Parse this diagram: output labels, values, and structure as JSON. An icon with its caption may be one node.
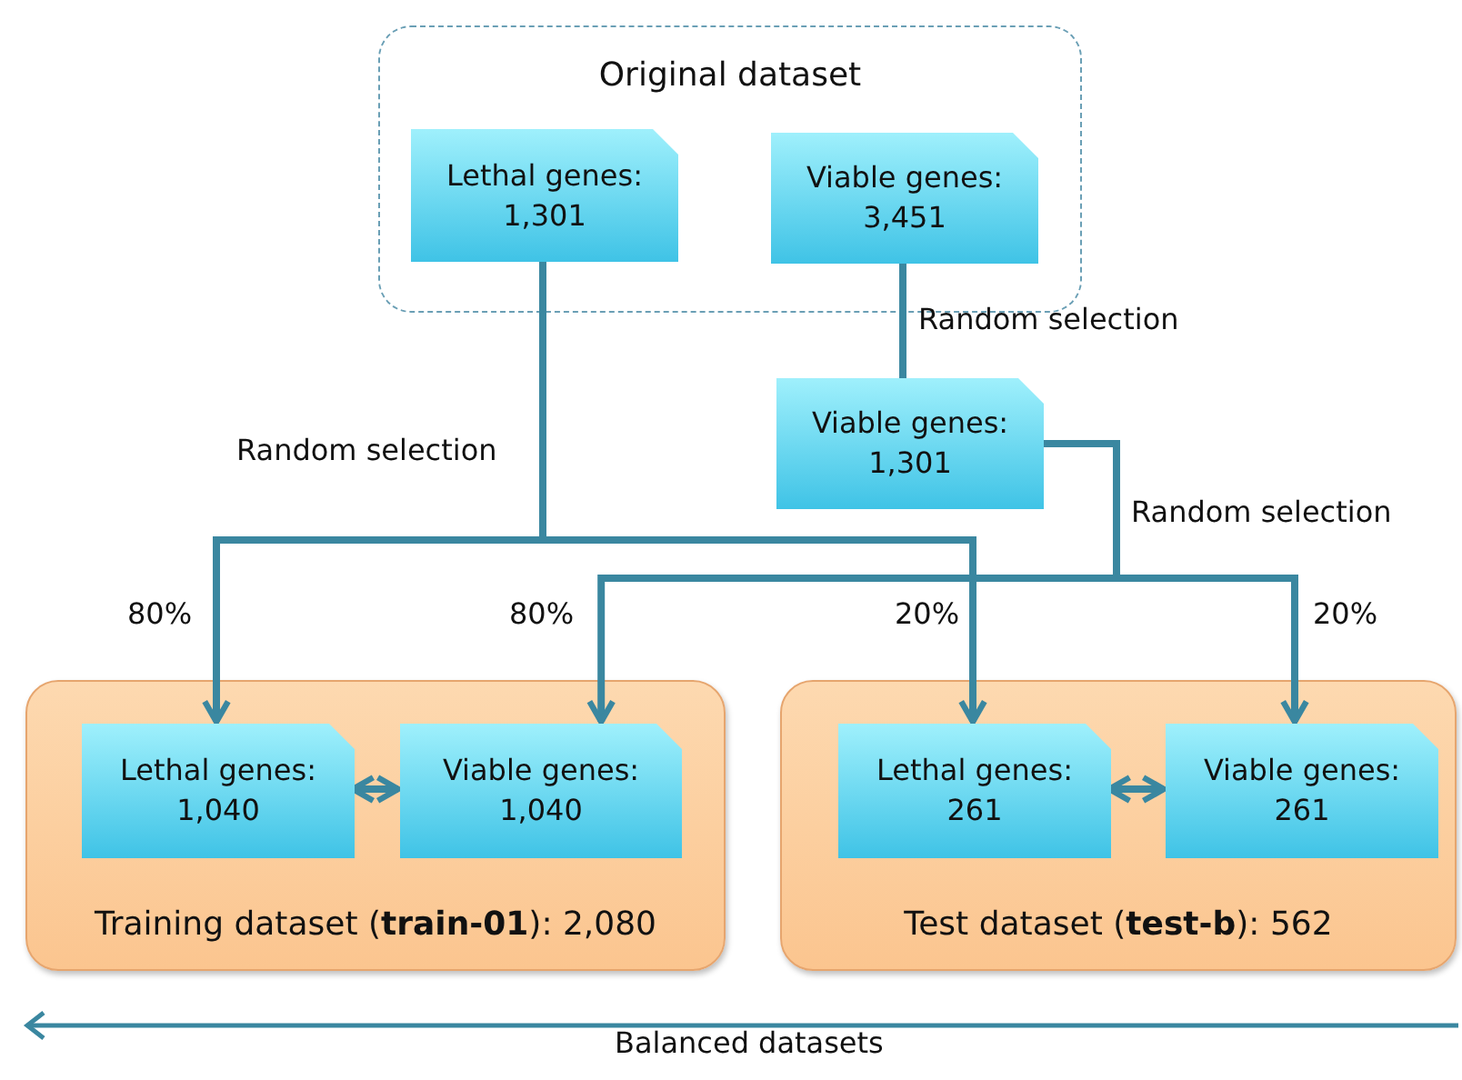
{
  "diagram": {
    "nodes": [
      {
        "text": [
          "Original dataset"
        ]
      },
      {
        "text": [
          "Lethal genes: 1,301"
        ],
        "in": 0
      },
      {
        "text": [
          "Viable genes: 3,451"
        ],
        "in": 0
      },
      {
        "text": [
          "Viable genes: 1,301"
        ]
      },
      {
        "text": [
          "Training dataset (**train-01**): 2,080"
        ]
      },
      {
        "text": [
          "Lethal genes: 1,040"
        ],
        "in": 4
      },
      {
        "text": [
          "Viable genes: 1,040"
        ],
        "in": 4
      },
      {
        "text": [
          "Test dataset (**test-b**): 562"
        ]
      },
      {
        "text": [
          "Lethal genes: 261"
        ],
        "in": 7
      },
      {
        "text": [
          "Viable genes: 261"
        ],
        "in": 7
      }
    ],
    "edges": [
      {
        "from": 2,
        "to": 3,
        "arrow": "none",
        "label": "Random selection"
      },
      {
        "from": 1,
        "to": 5,
        "arrow": "to",
        "label": "80%"
      },
      {
        "from": 1,
        "to": 8,
        "arrow": "to",
        "label": "20%"
      },
      {
        "from": 3,
        "to": 6,
        "arrow": "to",
        "label": "80%"
      },
      {
        "from": 3,
        "to": 9,
        "arrow": "to",
        "label": "20%"
      },
      {
        "from": 5,
        "to": 6,
        "arrow": "both"
      },
      {
        "from": 8,
        "to": 9,
        "arrow": "both"
      }
    ],
    "labels": [
      "Random selection",
      "Random selection",
      "Balanced datasets"
    ]
  }
}
